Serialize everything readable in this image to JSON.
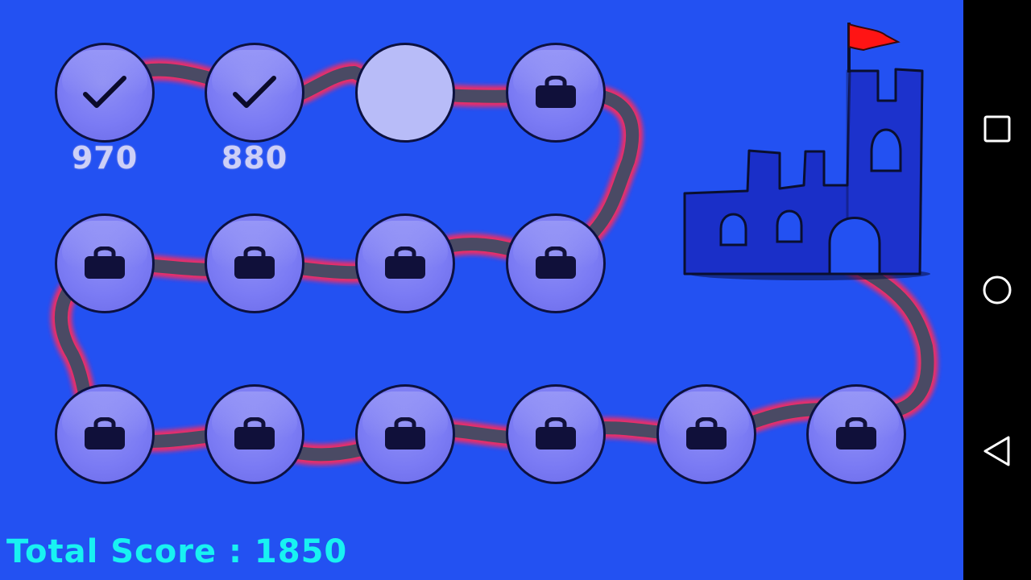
{
  "levels": [
    {
      "id": 1,
      "state": "completed",
      "score": "970"
    },
    {
      "id": 2,
      "state": "completed",
      "score": "880"
    },
    {
      "id": 3,
      "state": "current",
      "score": ""
    },
    {
      "id": 4,
      "state": "locked",
      "score": ""
    },
    {
      "id": 5,
      "state": "locked",
      "score": ""
    },
    {
      "id": 6,
      "state": "locked",
      "score": ""
    },
    {
      "id": 7,
      "state": "locked",
      "score": ""
    },
    {
      "id": 8,
      "state": "locked",
      "score": ""
    },
    {
      "id": 9,
      "state": "locked",
      "score": ""
    },
    {
      "id": 10,
      "state": "locked",
      "score": ""
    },
    {
      "id": 11,
      "state": "locked",
      "score": ""
    },
    {
      "id": 12,
      "state": "locked",
      "score": ""
    },
    {
      "id": 13,
      "state": "locked",
      "score": ""
    },
    {
      "id": 14,
      "state": "locked",
      "score": ""
    }
  ],
  "total_score": {
    "text": "Total Score : 1850"
  },
  "colors": {
    "background": "#2351f2",
    "path": "#4a4a64",
    "path_glow": "#ff2a5a",
    "castle": "#1a2fc8",
    "flag": "#ff1414",
    "total_score_text": "#18f2f2",
    "level_score_text": "#cdd0f7"
  },
  "navbar": {
    "icons": [
      "recent-apps-icon",
      "home-icon",
      "back-icon"
    ]
  }
}
